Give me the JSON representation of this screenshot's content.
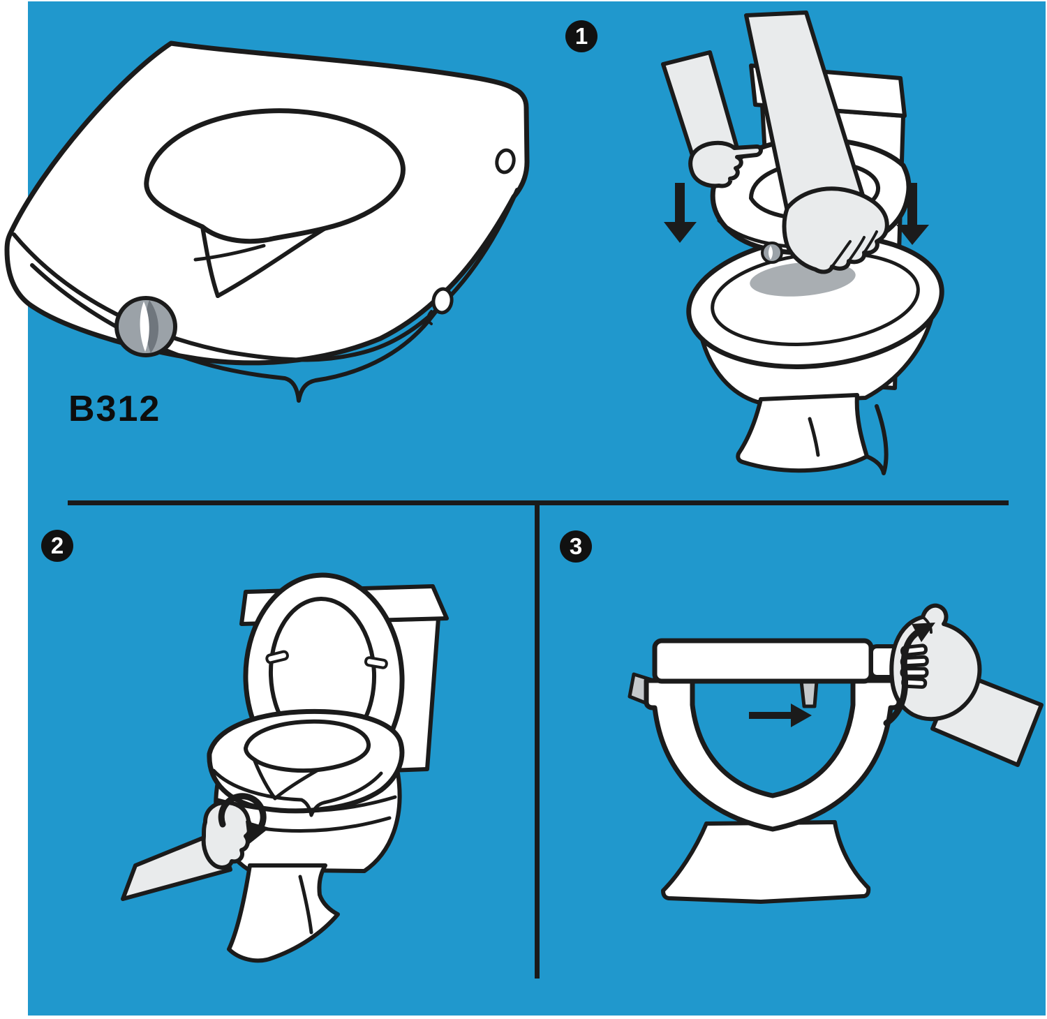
{
  "product": {
    "model": "B312"
  },
  "steps": [
    {
      "number": "1"
    },
    {
      "number": "2"
    },
    {
      "number": "3"
    }
  ],
  "icons": {
    "step1": [
      "down-arrow-icon",
      "down-arrow-icon"
    ],
    "step2": [
      "rotate-clockwise-arrow-icon"
    ],
    "step3": [
      "slide-right-arrow-icon",
      "rotate-knob-arrow-icon"
    ]
  },
  "colors": {
    "background_blue": "#2098CD",
    "canvas_white": "#FFFFFF",
    "line_black": "#1B1B1B",
    "hand_gray": "#E9EBEC",
    "knob_gray": "#9BA2A8",
    "knob_dark_gray": "#6F767D",
    "bowl_opening_gray": "#A9AEB2",
    "bolt_tab_gray": "#C5C9CC",
    "badge_black": "#111111",
    "badge_text_white": "#FFFFFF"
  }
}
